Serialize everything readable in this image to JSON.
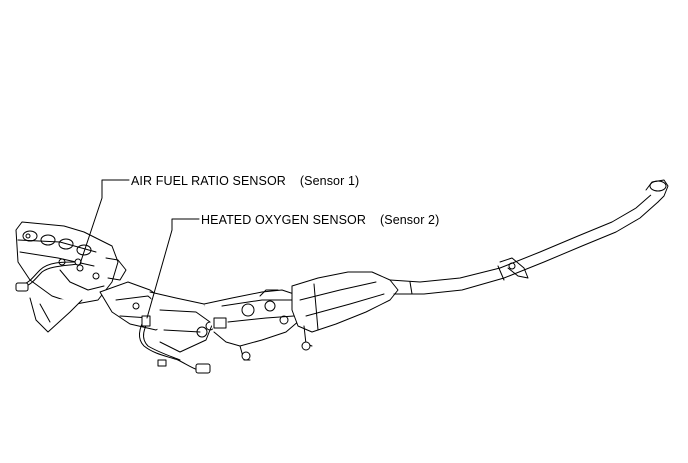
{
  "callouts": {
    "air_fuel": {
      "name": "AIR FUEL RATIO SENSOR",
      "sensor": "(Sensor 1)"
    },
    "heated_oxygen": {
      "name": "HEATED OXYGEN SENSOR",
      "sensor": "(Sensor 2)"
    }
  },
  "colors": {
    "line": "#000000",
    "background": "#ffffff",
    "shade": "#d9d9d9"
  }
}
